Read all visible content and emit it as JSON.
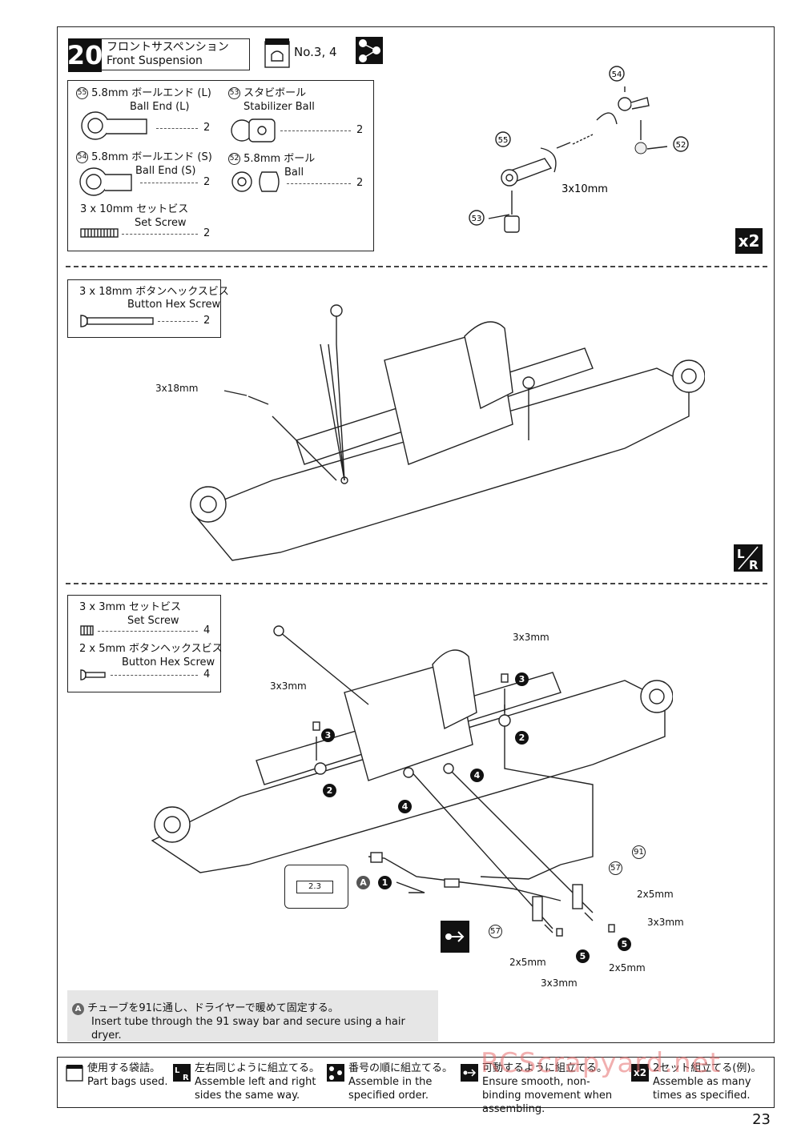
{
  "step": {
    "number": "20",
    "title_jp": "フロントサスペンション",
    "title_en": "Front Suspension",
    "bags": "No.3, 4"
  },
  "parts_top": {
    "p55": {
      "num": "55",
      "jp": "5.8mm ボールエンド (L)",
      "en": "Ball End (L)",
      "qty": "2"
    },
    "p54": {
      "num": "54",
      "jp": "5.8mm ボールエンド (S)",
      "en": "Ball End (S)",
      "qty": "2"
    },
    "set": {
      "jp": "3 x 10mm セットビス",
      "en": "Set Screw",
      "qty": "2"
    },
    "p53": {
      "num": "53",
      "jp": "スタビボール",
      "en": "Stabilizer Ball",
      "qty": "2"
    },
    "p52": {
      "num": "52",
      "jp": "5.8mm ボール",
      "en": "Ball",
      "qty": "2"
    }
  },
  "diagram1": {
    "callouts": [
      "54",
      "55",
      "52",
      "53"
    ],
    "screw_label": "3x10mm",
    "multiplier": "x2"
  },
  "parts_mid": {
    "jp": "3 x 18mm ボタンヘックスビス",
    "en": "Button Hex Screw",
    "qty": "2"
  },
  "diagram2": {
    "screw_label": "3x18mm",
    "lr": "L/R"
  },
  "parts_bot": {
    "a": {
      "jp": "3 x 3mm セットビス",
      "en": "Set Screw",
      "qty": "4"
    },
    "b": {
      "jp": "2 x 5mm ボタンヘックスビス",
      "en": "Button Hex Screw",
      "qty": "4"
    }
  },
  "diagram3": {
    "l_3x3_top": "3x3mm",
    "l_3x3_left": "3x3mm",
    "l_3x3_right": "3x3mm",
    "l_3x3_bottom": "3x3mm",
    "l_2x5_right_top": "2x5mm",
    "l_2x5_right_bottom": "2x5mm",
    "l_2x5_bottom": "2x5mm",
    "part91": "91",
    "part57a": "57",
    "part57b": "57",
    "tube_size": "2.3",
    "a_marker": "A",
    "steps": [
      "1",
      "2",
      "3",
      "4",
      "5"
    ]
  },
  "note": {
    "marker": "A",
    "jp": "チューブを91に通し、ドライヤーで暖めて固定する。",
    "en": "Insert tube through the 91 sway bar and secure using a hair dryer."
  },
  "legend": [
    {
      "icon": "part-bag-icon",
      "jp": "使用する袋詰。",
      "en": "Part bags used."
    },
    {
      "icon": "left-right-icon",
      "jp": "左右同じように組立てる。",
      "en": "Assemble left and right sides the same way."
    },
    {
      "icon": "order-icon",
      "jp": "番号の順に組立てる。",
      "en": "Assemble in the specified order."
    },
    {
      "icon": "smooth-movement-icon",
      "jp": "可動するように組立てる。",
      "en": "Ensure smooth, non-binding movement when assembling."
    },
    {
      "icon": "x2-icon",
      "jp": "2セット組立てる(例)。",
      "en": "Assemble as many times as specified."
    }
  ],
  "page_number": "23",
  "watermark": "RCScrapyard.net"
}
